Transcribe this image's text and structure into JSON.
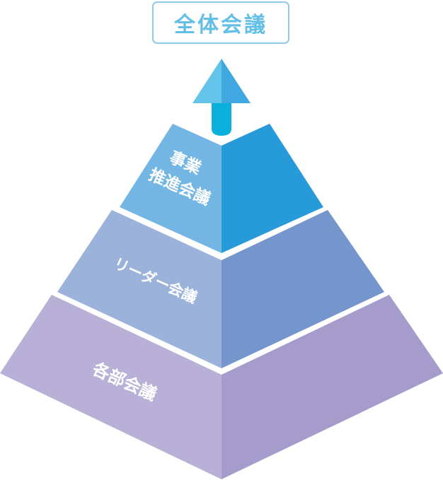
{
  "title": "全体会議",
  "layers": [
    {
      "label_lines": [
        "事業",
        "推進会議"
      ]
    },
    {
      "label_lines": [
        "リーダー会議"
      ]
    },
    {
      "label_lines": [
        "各部会議"
      ]
    }
  ],
  "colors": {
    "title_text": "#63bfe6",
    "title_border": "#8cc9ea",
    "layer1_left": "#74b6e3",
    "layer1_right": "#279bda",
    "layer2_left": "#9bb3db",
    "layer2_right": "#7595cd",
    "layer3_left": "#b8b0d6",
    "layer3_right": "#a69ccb",
    "arrow_light": "#63c3e8",
    "arrow_dark": "#40a8e0",
    "arrow_shaft": "#0bafdb"
  },
  "icons": {
    "arrow": "up-arrow-icon"
  }
}
